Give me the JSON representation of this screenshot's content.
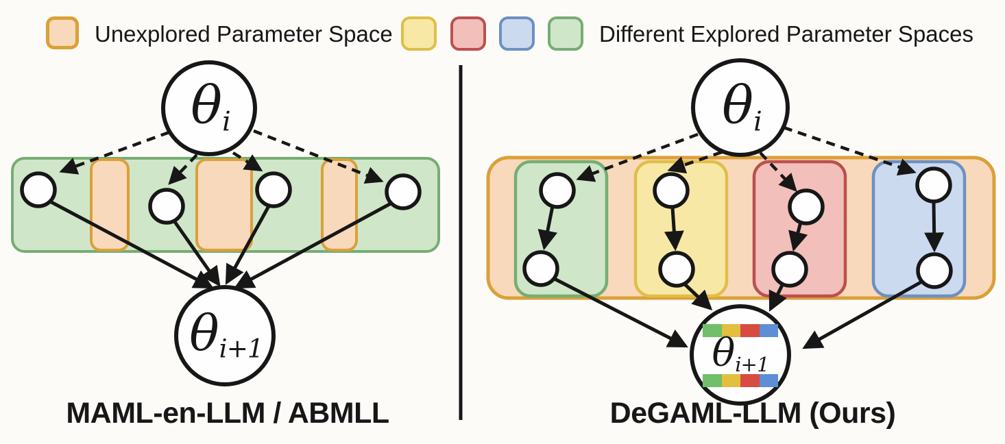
{
  "legend": {
    "unexplored_label": "Unexplored Parameter Space",
    "explored_label": "Different Explored Parameter Spaces"
  },
  "panels": {
    "left": {
      "caption": "MAML-en-LLM / ABMLL",
      "theta_start": {
        "symbol": "θ",
        "subscript": "i"
      },
      "theta_next": {
        "symbol": "θ",
        "subscript": "i+1"
      }
    },
    "right": {
      "caption": "DeGAML-LLM (Ours)",
      "theta_start": {
        "symbol": "θ",
        "subscript": "i"
      },
      "theta_next": {
        "symbol": "θ",
        "subscript": "i+1"
      }
    }
  },
  "colors": {
    "canvas-bg": "#FCFBF8",
    "ink": "#171717",
    "orange-border": "#DBA038",
    "peach-fill": "#F8D9BC",
    "green-border": "#76AD73",
    "green-fill": "#D0E6C9",
    "yellow-border": "#E0BE48",
    "yellow-fill": "#F7E8A5",
    "red-border": "#BB504D",
    "red-fill": "#F2BFBA",
    "blue-border": "#6D90C1",
    "blue-fill": "#CCDAF0",
    "bar-green": "#71BE6B",
    "bar-yellow": "#E3BE3F",
    "bar-red": "#D84B41",
    "bar-blue": "#5E8ED6"
  }
}
